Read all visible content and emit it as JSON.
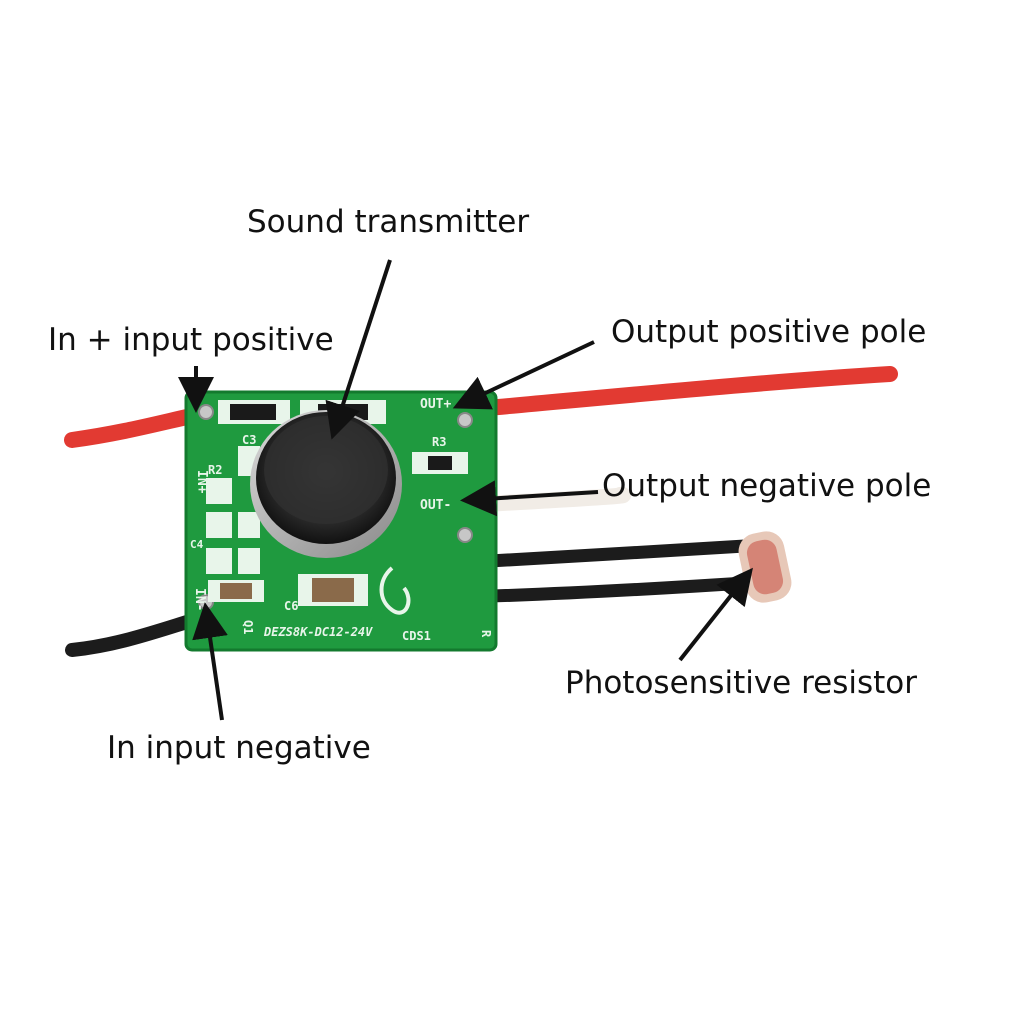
{
  "labels": {
    "sound_transmitter": "Sound transmitter",
    "in_plus": "In + input positive",
    "out_positive": "Output positive pole",
    "out_negative": "Output negative pole",
    "photo_resistor": "Photosensitive resistor",
    "in_negative": "In input negative"
  },
  "silkscreen": {
    "in_plus": "IN+",
    "in_minus": "IN-",
    "out_plus": "OUT+",
    "out_minus": "OUT-",
    "r2": "R2",
    "r3": "R3",
    "c3": "C3",
    "c4": "C4",
    "c6": "C6",
    "q1": "Q1",
    "cds1": "CDS1",
    "r_right": "R",
    "model": "DEZS8K-DC12-24V"
  },
  "colors": {
    "pcb": "#1f9a3f",
    "wire_red": "#e23a32",
    "wire_black": "#1c1c1c",
    "wire_white": "#f1ece6",
    "arrow": "#111111",
    "text": "#111111"
  }
}
